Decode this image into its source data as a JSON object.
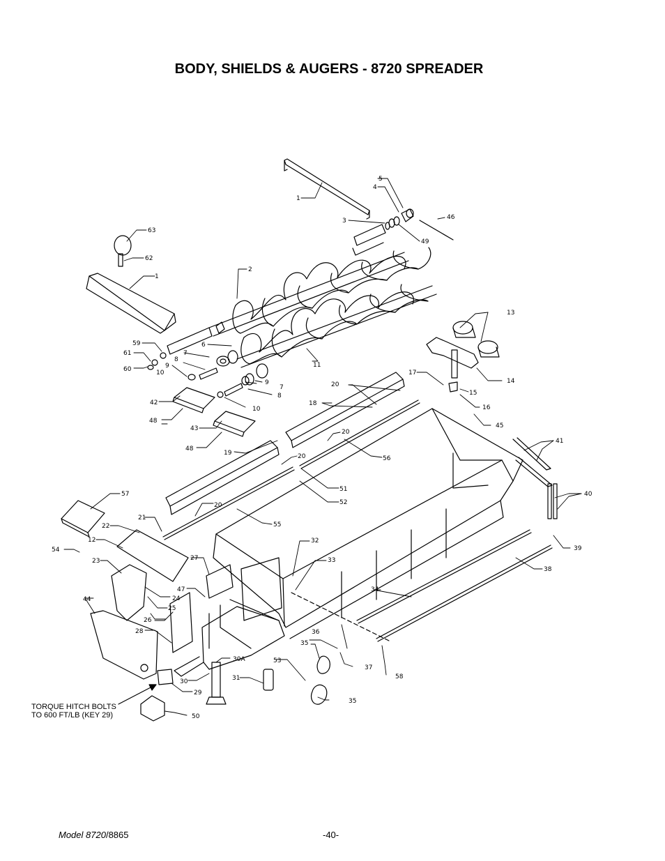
{
  "page": {
    "title": "BODY, SHIELDS & AUGERS - 8720 SPREADER",
    "note_line1": "TORQUE HITCH BOLTS",
    "note_line2": "TO 600 FT/LB (KEY 29)",
    "footer_model_label": "Model 8720",
    "footer_model_suffix": "/8865",
    "page_number": "-40-"
  },
  "callouts": {
    "c1a": "1",
    "c1b": "1",
    "c2": "2",
    "c3": "3",
    "c4": "4",
    "c5": "5",
    "c6": "6",
    "c7a": "7",
    "c7b": "7",
    "c8a": "8",
    "c8b": "8",
    "c9a": "9",
    "c9b": "9",
    "c10a": "10",
    "c10b": "10",
    "c11": "11",
    "c12": "12",
    "c13": "13",
    "c14": "14",
    "c15": "15",
    "c16": "16",
    "c17": "17",
    "c18": "18",
    "c19": "19",
    "c20a": "20",
    "c20b": "20",
    "c20c": "20",
    "c20d": "20",
    "c21": "21",
    "c22": "22",
    "c23": "23",
    "c24": "24",
    "c25": "25",
    "c26": "26",
    "c27": "27",
    "c28": "28",
    "c29": "29",
    "c30": "30",
    "c30A": "30A",
    "c31": "31",
    "c32": "32",
    "c33": "33",
    "c34": "34",
    "c35a": "35",
    "c35b": "35",
    "c36": "36",
    "c37": "37",
    "c38": "38",
    "c39": "39",
    "c40": "40",
    "c41": "41",
    "c42": "42",
    "c43": "43",
    "c44": "44",
    "c45": "45",
    "c46": "46",
    "c47": "47",
    "c48a": "48",
    "c48b": "48",
    "c49": "49",
    "c50": "50",
    "c51": "51",
    "c52": "52",
    "c53": "53",
    "c54": "54",
    "c55": "55",
    "c56": "56",
    "c57": "57",
    "c58": "58",
    "c59": "59",
    "c60": "60",
    "c61": "61",
    "c62": "62",
    "c63": "63"
  }
}
